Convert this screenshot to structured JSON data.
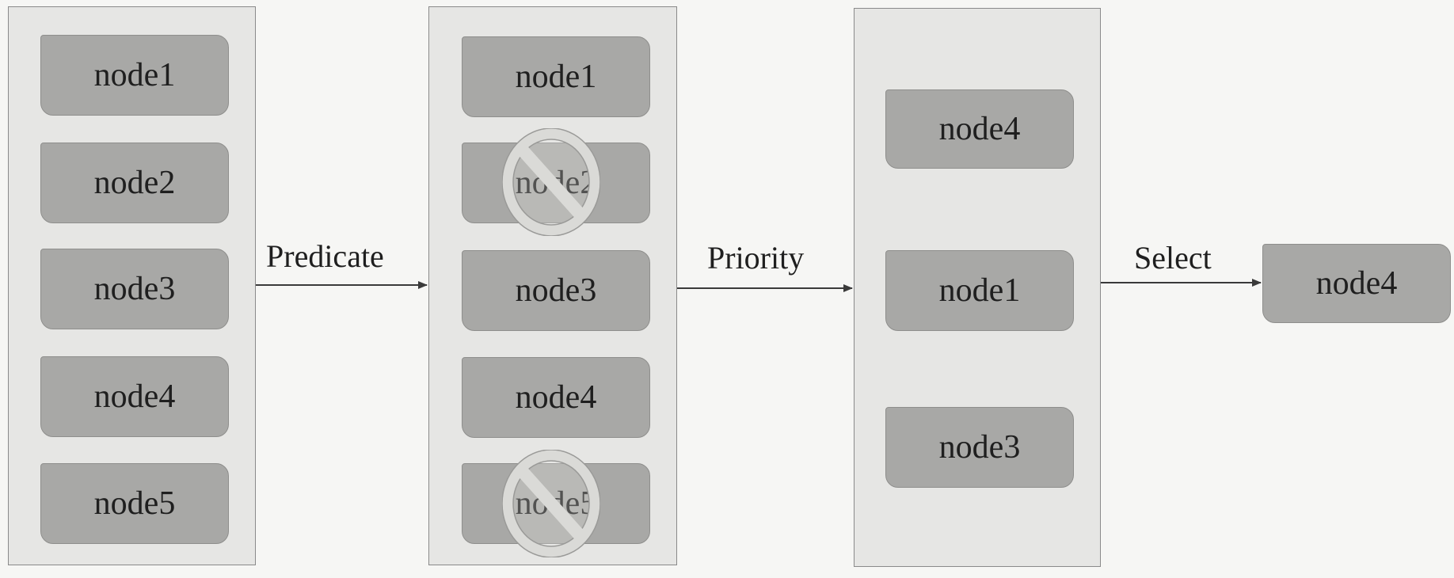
{
  "panels": [
    {
      "nodes": [
        "node1",
        "node2",
        "node3",
        "node4",
        "node5"
      ]
    },
    {
      "nodes": [
        "node1",
        "node2",
        "node3",
        "node4",
        "node5"
      ],
      "filtered": [
        "node2",
        "node5"
      ]
    },
    {
      "nodes": [
        "node4",
        "node1",
        "node3"
      ]
    }
  ],
  "steps": {
    "predicate": "Predicate",
    "priority": "Priority",
    "select": "Select"
  },
  "result": {
    "node": "node4"
  },
  "icons": {
    "filtered": "prohibited-icon"
  },
  "colors": {
    "panel": "#e6e6e4",
    "node": "#a8a8a6",
    "border": "#8a8a8a",
    "text": "#1f1f1f"
  }
}
